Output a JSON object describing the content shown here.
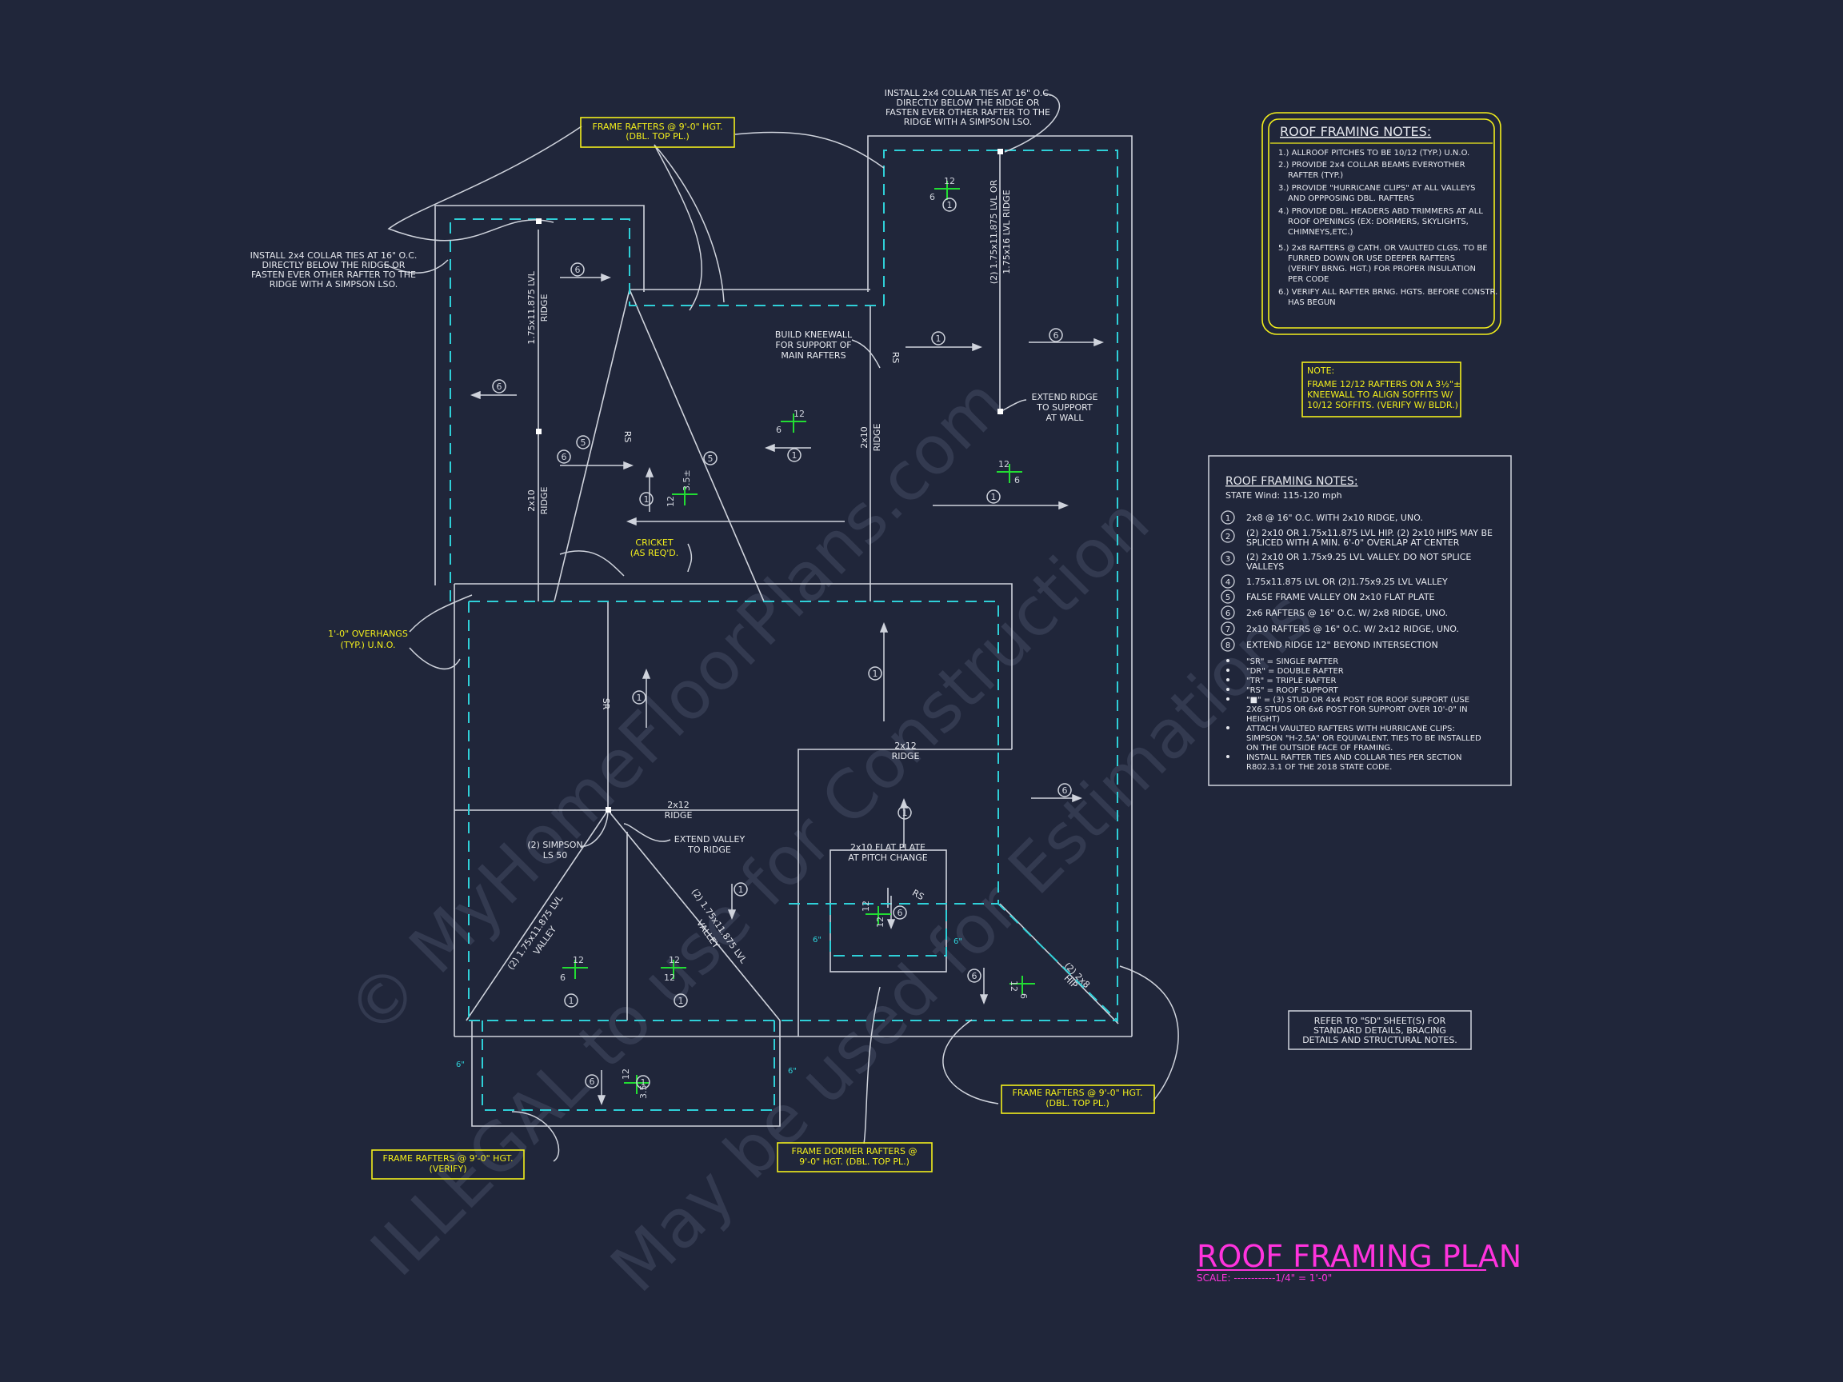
{
  "colors": {
    "background": "#20263a",
    "lines": "#cfd3dc",
    "dashed": "#2fd0d8",
    "callout": "#f2ee1c",
    "title": "#ff33dd",
    "pitch": "#22dd33",
    "watermark": "#3a4158"
  },
  "watermark": {
    "line1": "© MyHomeFloorPlans.com",
    "line2": "ILLEGAL to use for Construction",
    "line3": "May be used for Estimations"
  },
  "title": {
    "main": "ROOF FRAMING PLAN",
    "scale": "SCALE: ------------1/4\" = 1'-0\""
  },
  "notes_box_1": {
    "heading": "ROOF FRAMING NOTES:",
    "items": [
      "1.) ALLROOF PITCHES TO BE  10/12 (TYP.) U.N.O.",
      "2.) PROVIDE 2x4 COLLAR BEAMS EVERYOTHER",
      "RAFTER (TYP.)",
      "3.) PROVIDE \"HURRICANE CLIPS\" AT ALL VALLEYS",
      "AND OPPPOSING DBL. RAFTERS",
      "4.) PROVIDE DBL. HEADERS ABD TRIMMERS AT ALL",
      "ROOF OPENINGS (EX: DORMERS, SKYLIGHTS,",
      "CHIMNEYS,ETC.)",
      "5.) 2x8 RAFTERS @ CATH. OR VAULTED CLGS. TO BE",
      "FURRED DOWN OR USE DEEPER RAFTERS",
      "(VERIFY BRNG. HGT.) FOR PROPER INSULATION",
      "PER CODE",
      "6.) VERIFY ALL RAFTER BRNG. HGTS. BEFORE CONSTR.",
      "HAS BEGUN"
    ]
  },
  "note_small": {
    "heading": "NOTE:",
    "lines": [
      "FRAME 12/12 RAFTERS ON A 3½\"±",
      "KNEEWALL TO ALIGN SOFFITS W/",
      "10/12 SOFFITS. (VERIFY W/ BLDR.)"
    ]
  },
  "notes_box_2": {
    "heading": "ROOF FRAMING NOTES:",
    "wind": "STATE Wind: 115-120 mph",
    "legend": [
      {
        "num": "1",
        "text": "2x8 @ 16\" O.C. WITH 2x10 RIDGE, UNO."
      },
      {
        "num": "2",
        "text": "(2) 2x10 OR 1.75x11.875 LVL HIP. (2) 2x10 HIPS MAY BE",
        "text2": "SPLICED WITH A MIN. 6'-0\" OVERLAP AT CENTER"
      },
      {
        "num": "3",
        "text": "(2) 2x10 OR 1.75x9.25 LVL VALLEY. DO NOT SPLICE",
        "text2": "VALLEYS"
      },
      {
        "num": "4",
        "text": "1.75x11.875 LVL OR (2)1.75x9.25 LVL VALLEY"
      },
      {
        "num": "5",
        "text": "FALSE FRAME VALLEY ON 2x10 FLAT PLATE"
      },
      {
        "num": "6",
        "text": "2x6 RAFTERS @ 16\" O.C. W/ 2x8 RIDGE, UNO."
      },
      {
        "num": "7",
        "text": "2x10 RAFTERS @ 16\" O.C. W/ 2x12 RIDGE, UNO."
      },
      {
        "num": "8",
        "text": "EXTEND RIDGE 12\" BEYOND INTERSECTION"
      }
    ],
    "bullets": [
      "\"SR\" = SINGLE RAFTER",
      "\"DR\" = DOUBLE RAFTER",
      "\"TR\" = TRIPLE RAFTER",
      "\"RS\" = ROOF SUPPORT",
      "\"■\" = (3) STUD OR 4x4 POST FOR ROOF SUPPORT (USE",
      "2X6 STUDS OR 6x6 POST FOR SUPPORT OVER 10'-0\" IN",
      "HEIGHT)",
      "ATTACH VAULTED RAFTERS WITH HURRICANE CLIPS:",
      "SIMPSON \"H-2.5A\" OR EQUIVALENT. TIES TO BE INSTALLED",
      "ON THE OUTSIDE FACE OF FRAMING.",
      "INSTALL RAFTER TIES AND COLLAR TIES PER SECTION",
      "R802.3.1 OF THE 2018 STATE CODE."
    ]
  },
  "refer_box": {
    "lines": [
      "REFER TO \"SD\" SHEET(S) FOR",
      "STANDARD DETAILS, BRACING",
      "DETAILS AND STRUCTURAL NOTES."
    ]
  },
  "callouts": {
    "frame_top_1": "FRAME RAFTERS @ 9'-0\" HGT.",
    "frame_top_2": "(DBL. TOP PL.)",
    "collar_top_1": "INSTALL 2x4 COLLAR TIES AT 16\" O.C.",
    "collar_top_2": "DIRECTLY BELOW THE RIDGE OR",
    "collar_top_3": "FASTEN EVER OTHER RAFTER TO THE",
    "collar_top_4": "RIDGE WITH A SIMPSON LSO.",
    "collar_left_1": "INSTALL 2x4 COLLAR TIES AT 16\" O.C.",
    "collar_left_2": "DIRECTLY BELOW THE RIDGE OR",
    "collar_left_3": "FASTEN EVER OTHER RAFTER TO THE",
    "collar_left_4": "RIDGE WITH A SIMPSON LSO.",
    "overhang_1": "1'-0\" OVERHANGS",
    "overhang_2": "(TYP.) U.N.O.",
    "kneewall_1": "BUILD KNEEWALL",
    "kneewall_2": "FOR SUPPORT OF",
    "kneewall_3": "MAIN RAFTERS",
    "extend_ridge_1": "EXTEND RIDGE",
    "extend_ridge_2": "TO SUPPORT",
    "extend_ridge_3": "AT WALL",
    "cricket_1": "CRICKET",
    "cricket_2": "(AS REQ'D.",
    "simpson_1": "(2) SIMPSON",
    "simpson_2": "LS 50",
    "extend_valley_1": "EXTEND VALLEY",
    "extend_valley_2": "TO RIDGE",
    "flat_plate_1": "2x10 FLAT PLATE",
    "flat_plate_2": "AT PITCH CHANGE",
    "ridge_2x12_1": "2x12",
    "ridge_2x12_2": "RIDGE",
    "frame_br_1": "FRAME RAFTERS @ 9'-0\" HGT.",
    "frame_br_2": "(DBL. TOP PL.)",
    "frame_dormer_1": "FRAME DORMER RAFTERS @",
    "frame_dormer_2": "9'-0\" HGT. (DBL. TOP PL.)",
    "frame_bl_1": "FRAME RAFTERS @ 9'-0\" HGT.",
    "frame_bl_2": "(VERIFY)",
    "lvl_ridge_left_1": "1.75x11.875 LVL",
    "lvl_ridge_left_2": "RIDGE",
    "ridge_2x10_left_1": "2x10",
    "ridge_2x10_left_2": "RIDGE",
    "lvl_ridge_right_1": "(2) 1.75x11.875 LVL OR",
    "lvl_ridge_right_2": "1.75x16 LVL RIDGE",
    "ridge_2x10_mid_1": "2x10",
    "ridge_2x10_mid_2": "RIDGE",
    "valley_left_1": "(2) 1.75x11.875 LVL",
    "valley_left_2": "VALLEY",
    "valley_right_1": "(2) 1.75x11.875 LVL",
    "valley_right_2": "VALLEY",
    "hip_1": "(2) 2x8",
    "hip_2": "HIP",
    "rs": "RS",
    "sr": "SR",
    "six_in": "6\""
  },
  "pitch_marks": [
    {
      "rise": "12",
      "run": "6"
    },
    {
      "rise": "12",
      "run": "6"
    },
    {
      "rise": "12",
      "run": "6"
    },
    {
      "rise": "12",
      "run": "3.5±"
    },
    {
      "rise": "12",
      "run": "6"
    },
    {
      "rise": "12",
      "run": "12"
    },
    {
      "rise": "12",
      "run": "12"
    },
    {
      "rise": "12",
      "run": "6"
    },
    {
      "rise": "12",
      "run": "3.5"
    }
  ],
  "tags": [
    "1",
    "5",
    "6"
  ]
}
